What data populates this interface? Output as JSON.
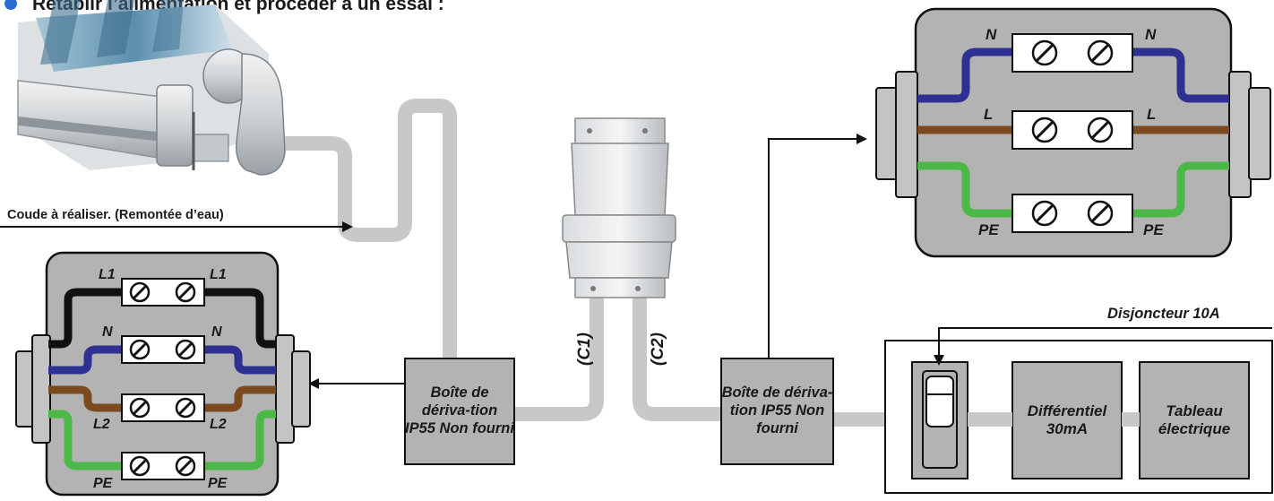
{
  "header": {
    "step_text": "Rétablir l’alimentation et procéder à un essai :"
  },
  "annotations": {
    "coude": "Coude à réaliser. (Remontée d’eau)",
    "disjoncteur": "Disjoncteur 10A",
    "c1": "(C1)",
    "c2": "(C2)"
  },
  "boxes": {
    "derivation_left": "Boîte de dériva-tion IP55 Non fourni",
    "derivation_right": "Boîte de dériva-tion IP55 Non fourni",
    "differentiel": "Différentiel 30mA",
    "tableau": "Tableau électrique"
  },
  "wiring_right": {
    "terminals": [
      {
        "left": "N",
        "right": "N",
        "color": "#2e3192"
      },
      {
        "left": "L",
        "right": "L",
        "color": "#7b4a1e"
      },
      {
        "left": "PE",
        "right": "PE",
        "color": "#4cb848"
      }
    ]
  },
  "wiring_left": {
    "terminals": [
      {
        "left": "L1",
        "right": "L1",
        "color": "#111111"
      },
      {
        "left": "N",
        "right": "N",
        "color": "#2e3192"
      },
      {
        "left": "L2",
        "right": "L2",
        "color": "#7b4a1e"
      },
      {
        "left": "PE",
        "right": "PE",
        "color": "#4cb848"
      }
    ]
  },
  "colors": {
    "enclosure": "#b3b3b3",
    "cable": "#c8c8c8",
    "neutral": "#2e3192",
    "phase": "#7b4a1e",
    "earth": "#4cb848",
    "step_bullet": "#2a6bd1"
  },
  "icons": [
    "screw-terminal-icon",
    "awning-illustration",
    "junction-box-illustration",
    "arrow-icon"
  ]
}
